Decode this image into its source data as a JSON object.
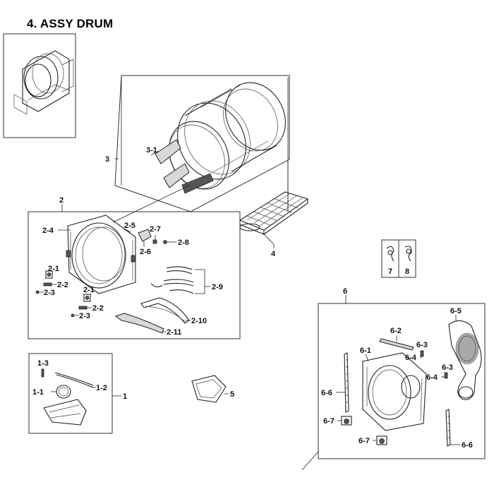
{
  "title": "4. ASSY DRUM",
  "labels": {
    "l1": "1",
    "l1_1": "1-1",
    "l1_2": "1-2",
    "l1_3": "1-3",
    "l2": "2",
    "l2_1a": "2-1",
    "l2_1b": "2-1",
    "l2_2a": "2-2",
    "l2_2b": "2-2",
    "l2_3a": "2-3",
    "l2_3b": "2-3",
    "l2_4": "2-4",
    "l2_5": "2-5",
    "l2_6": "2-6",
    "l2_7": "2-7",
    "l2_8": "2-8",
    "l2_9": "2-9",
    "l2_10": "2-10",
    "l2_11": "2-11",
    "l3": "3",
    "l3_1": "3-1",
    "l4": "4",
    "l5": "5",
    "l6": "6",
    "l6_1": "6-1",
    "l6_2": "6-2",
    "l6_3a": "6-3",
    "l6_3b": "6-3",
    "l6_4a": "6-4",
    "l6_4b": "6-4",
    "l6_5": "6-5",
    "l6_6a": "6-6",
    "l6_6b": "6-6",
    "l6_7a": "6-7",
    "l6_7b": "6-7",
    "l7": "7",
    "l8": "8"
  }
}
